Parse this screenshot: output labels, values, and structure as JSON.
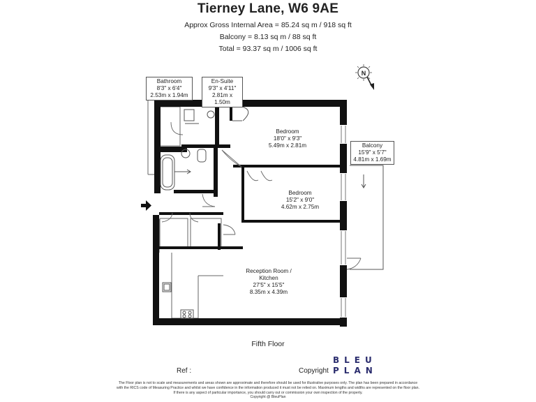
{
  "header": {
    "title": "Tierney Lane, W6 9AE",
    "gross_area": "Approx Gross Internal Area = 85.24 sq m / 918 sq ft",
    "balcony_area": "Balcony = 8.13 sq m / 88 sq ft",
    "total_area": "Total = 93.37 sq m / 1006 sq ft"
  },
  "compass": {
    "letter": "N"
  },
  "rooms": {
    "bathroom": {
      "name": "Bathroom",
      "imperial": "8'3\" x 6'4\"",
      "metric": "2.53m x 1.94m"
    },
    "ensuite": {
      "name": "En-Suite",
      "imperial": "9'3\" x 4'11\"",
      "metric": "2.81m x 1.50m"
    },
    "bedroom1": {
      "name": "Bedroom",
      "imperial": "18'0\" x 9'3\"",
      "metric": "5.49m x 2.81m"
    },
    "balcony": {
      "name": "Balcony",
      "imperial": "15'9\" x 5'7\"",
      "metric": "4.81m x 1.69m"
    },
    "bedroom2": {
      "name": "Bedroom",
      "imperial": "15'2\" x 9'0\"",
      "metric": "4.62m x 2.75m"
    },
    "reception": {
      "name": "Reception Room /",
      "name2": "Kitchen",
      "imperial": "27'5\" x 15'5\"",
      "metric": "8.35m x 4.39m"
    }
  },
  "floor_label": "Fifth Floor",
  "footer": {
    "ref_label": "Ref :",
    "copyright_label": "Copyright",
    "logo_line1": "BLEU",
    "logo_line2": "PLAN",
    "disclaimer_1": "The Floor plan is not to scale and measurements and areas shown are approximate and therefore should be used for illustrative purposes only. The plan has been prepared in accordance",
    "disclaimer_2": "with the RICS code of Measuring Practice and whilst we have confidence in the information produced it must not be relied on. Maximum lengths and widths are represented on the floor plan.",
    "disclaimer_3": "If there is any aspect of particular importance, you should carry out or commission your own inspection of the property.",
    "disclaimer_4": "Copyright @ BleuPlan"
  }
}
